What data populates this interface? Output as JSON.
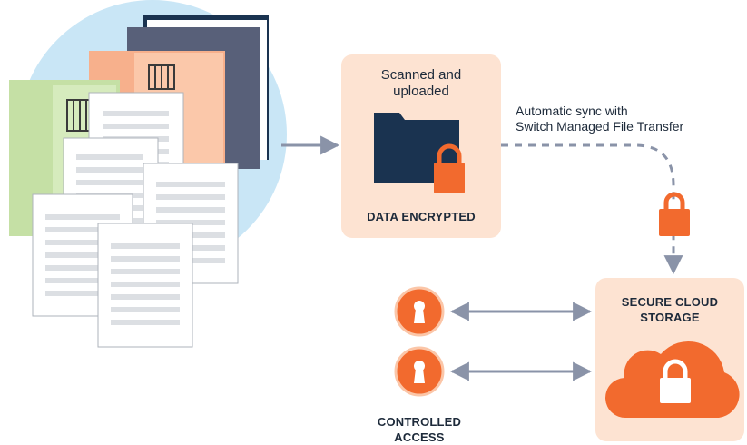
{
  "upload_box": {
    "caption": "Scanned and uploaded",
    "title": "DATA ENCRYPTED"
  },
  "sync_note": {
    "line1": "Automatic sync with",
    "line2": "Switch Managed File Transfer"
  },
  "storage_box": {
    "title_line1": "SECURE CLOUD",
    "title_line2": "STORAGE"
  },
  "access": {
    "label_line1": "CONTROLLED",
    "label_line2": "ACCESS"
  },
  "colors": {
    "navy": "#1a3350",
    "orange": "#f26a2e",
    "peach_box": "#fde3d2",
    "light_blue": "#c9e6f6",
    "connector_gray": "#8a93a8"
  }
}
